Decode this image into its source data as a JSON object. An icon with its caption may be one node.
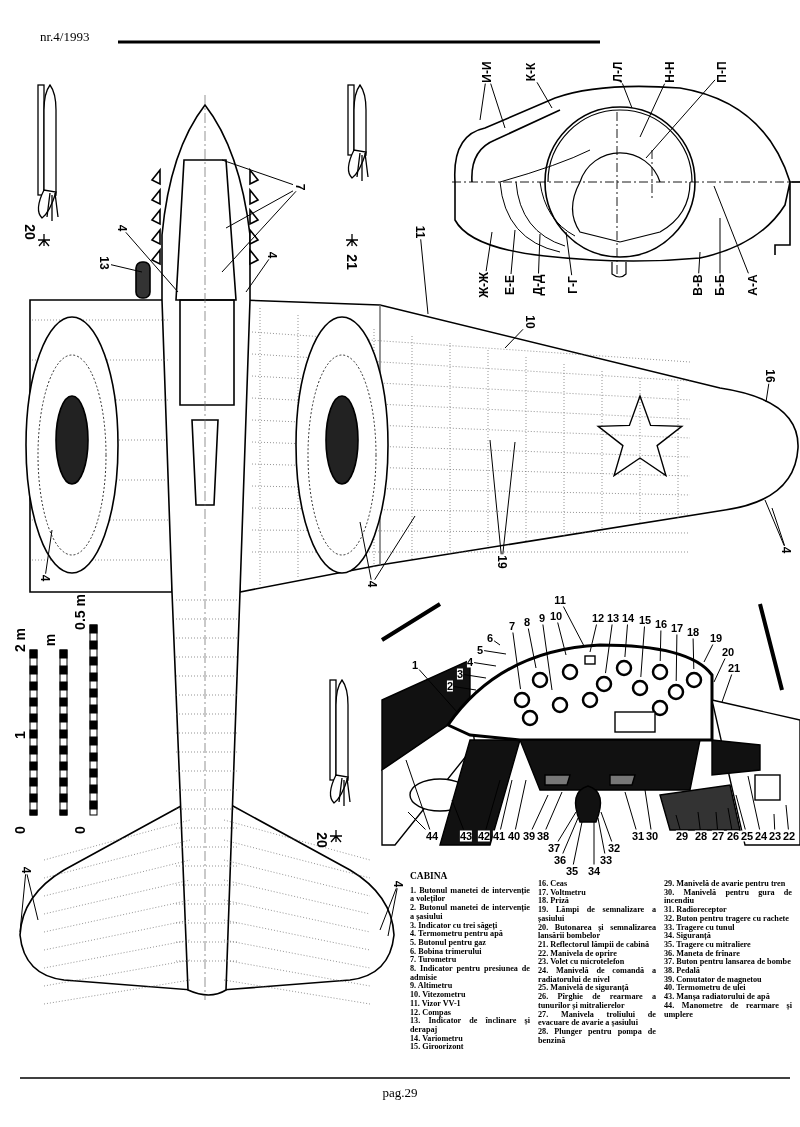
{
  "diagram": {
    "nodes": [
      {
        "text": [
          "7"
        ]
      },
      {
        "text": [
          "4"
        ]
      },
      {
        "text": [
          "4"
        ]
      },
      {
        "text": [
          "13"
        ]
      },
      {
        "text": [
          "11"
        ]
      },
      {
        "text": [
          "10"
        ]
      },
      {
        "text": [
          "16"
        ]
      },
      {
        "text": [
          "4"
        ]
      },
      {
        "text": [
          "19"
        ]
      },
      {
        "text": [
          "4"
        ]
      },
      {
        "text": [
          "4"
        ]
      },
      {
        "text": [
          "4"
        ]
      },
      {
        "text": [
          "4"
        ]
      },
      {
        "text": [
          "И-И"
        ]
      },
      {
        "text": [
          "К-К"
        ]
      },
      {
        "text": [
          "Л-Л"
        ]
      },
      {
        "text": [
          "Н-Н"
        ]
      },
      {
        "text": [
          "П-П"
        ]
      },
      {
        "text": [
          "Ж-Ж"
        ]
      },
      {
        "text": [
          "Е-Е"
        ]
      },
      {
        "text": [
          "Д-Д"
        ]
      },
      {
        "text": [
          "Г-Г"
        ]
      },
      {
        "text": [
          "В-В"
        ]
      },
      {
        "text": [
          "Б-Б"
        ]
      },
      {
        "text": [
          "А-А"
        ]
      },
      {
        "text": [
          "1"
        ]
      },
      {
        "text": [
          "2"
        ]
      },
      {
        "text": [
          "3"
        ]
      },
      {
        "text": [
          "4"
        ]
      },
      {
        "text": [
          "5"
        ]
      },
      {
        "text": [
          "6"
        ]
      },
      {
        "text": [
          "7"
        ]
      },
      {
        "text": [
          "8"
        ]
      },
      {
        "text": [
          "9"
        ]
      },
      {
        "text": [
          "10"
        ]
      },
      {
        "text": [
          "11"
        ]
      },
      {
        "text": [
          "12"
        ]
      },
      {
        "text": [
          "13"
        ]
      },
      {
        "text": [
          "14"
        ]
      },
      {
        "text": [
          "15"
        ]
      },
      {
        "text": [
          "16"
        ]
      },
      {
        "text": [
          "17"
        ]
      },
      {
        "text": [
          "18"
        ]
      },
      {
        "text": [
          "19"
        ]
      },
      {
        "text": [
          "20"
        ]
      },
      {
        "text": [
          "21"
        ]
      },
      {
        "text": [
          "22"
        ]
      },
      {
        "text": [
          "23"
        ]
      },
      {
        "text": [
          "24"
        ]
      },
      {
        "text": [
          "25"
        ]
      },
      {
        "text": [
          "26"
        ]
      },
      {
        "text": [
          "27"
        ]
      },
      {
        "text": [
          "28"
        ]
      },
      {
        "text": [
          "29"
        ]
      },
      {
        "text": [
          "30"
        ]
      },
      {
        "text": [
          "31"
        ]
      },
      {
        "text": [
          "32"
        ]
      },
      {
        "text": [
          "33"
        ]
      },
      {
        "text": [
          "34"
        ]
      },
      {
        "text": [
          "35"
        ]
      },
      {
        "text": [
          "36"
        ]
      },
      {
        "text": [
          "37"
        ]
      },
      {
        "text": [
          "38"
        ]
      },
      {
        "text": [
          "39"
        ]
      },
      {
        "text": [
          "40"
        ]
      },
      {
        "text": [
          "41"
        ]
      },
      {
        "text": [
          "42"
        ]
      },
      {
        "text": [
          "43"
        ]
      },
      {
        "text": [
          "44"
        ]
      }
    ],
    "edges": [
      {
        "from": 0,
        "to": null,
        "arrow": "none"
      },
      {
        "from": 0,
        "to": null,
        "arrow": "none"
      },
      {
        "from": 0,
        "to": null,
        "arrow": "none"
      },
      {
        "from": 1,
        "to": null,
        "arrow": "none"
      },
      {
        "from": 2,
        "to": null,
        "arrow": "none"
      },
      {
        "from": 3,
        "to": null,
        "arrow": "none"
      },
      {
        "from": 4,
        "to": null,
        "arrow": "none"
      },
      {
        "from": 5,
        "to": null,
        "arrow": "none"
      },
      {
        "from": 6,
        "to": null,
        "arrow": "none"
      },
      {
        "from": 7,
        "to": null,
        "arrow": "none"
      },
      {
        "from": 7,
        "to": null,
        "arrow": "none"
      },
      {
        "from": 8,
        "to": null,
        "arrow": "none"
      },
      {
        "from": 8,
        "to": null,
        "arrow": "none"
      },
      {
        "from": 9,
        "to": null,
        "arrow": "none"
      },
      {
        "from": 9,
        "to": null,
        "arrow": "none"
      },
      {
        "from": 10,
        "to": null,
        "arrow": "none"
      },
      {
        "from": 11,
        "to": null,
        "arrow": "none"
      },
      {
        "from": 11,
        "to": null,
        "arrow": "none"
      },
      {
        "from": 12,
        "to": null,
        "arrow": "none"
      },
      {
        "from": 12,
        "to": null,
        "arrow": "none"
      },
      {
        "from": 13,
        "to": null,
        "arrow": "none"
      },
      {
        "from": 13,
        "to": null,
        "arrow": "none"
      },
      {
        "from": 14,
        "to": null,
        "arrow": "none"
      },
      {
        "from": 15,
        "to": null,
        "arrow": "none"
      },
      {
        "from": 16,
        "to": null,
        "arrow": "none"
      },
      {
        "from": 17,
        "to": null,
        "arrow": "none"
      },
      {
        "from": 18,
        "to": null,
        "arrow": "none"
      },
      {
        "from": 19,
        "to": null,
        "arrow": "none"
      },
      {
        "from": 20,
        "to": null,
        "arrow": "none"
      },
      {
        "from": 21,
        "to": null,
        "arrow": "none"
      },
      {
        "from": 22,
        "to": null,
        "arrow": "none"
      },
      {
        "from": 23,
        "to": null,
        "arrow": "none"
      },
      {
        "from": 24,
        "to": null,
        "arrow": "none"
      },
      {
        "from": 25,
        "to": null,
        "arrow": "none"
      },
      {
        "from": 26,
        "to": null,
        "arrow": "none"
      },
      {
        "from": 27,
        "to": null,
        "arrow": "none"
      },
      {
        "from": 28,
        "to": null,
        "arrow": "none"
      },
      {
        "from": 29,
        "to": null,
        "arrow": "none"
      },
      {
        "from": 30,
        "to": null,
        "arrow": "none"
      },
      {
        "from": 31,
        "to": null,
        "arrow": "none"
      },
      {
        "from": 32,
        "to": null,
        "arrow": "none"
      },
      {
        "from": 33,
        "to": null,
        "arrow": "none"
      },
      {
        "from": 34,
        "to": null,
        "arrow": "none"
      },
      {
        "from": 35,
        "to": null,
        "arrow": "none"
      },
      {
        "from": 36,
        "to": null,
        "arrow": "none"
      },
      {
        "from": 37,
        "to": null,
        "arrow": "none"
      },
      {
        "from": 38,
        "to": null,
        "arrow": "none"
      },
      {
        "from": 39,
        "to": null,
        "arrow": "none"
      },
      {
        "from": 40,
        "to": null,
        "arrow": "none"
      },
      {
        "from": 41,
        "to": null,
        "arrow": "none"
      },
      {
        "from": 42,
        "to": null,
        "arrow": "none"
      },
      {
        "from": 43,
        "to": null,
        "arrow": "none"
      },
      {
        "from": 44,
        "to": null,
        "arrow": "none"
      },
      {
        "from": 45,
        "to": null,
        "arrow": "none"
      },
      {
        "from": 46,
        "to": null,
        "arrow": "none"
      },
      {
        "from": 47,
        "to": null,
        "arrow": "none"
      },
      {
        "from": 48,
        "to": null,
        "arrow": "none"
      },
      {
        "from": 49,
        "to": null,
        "arrow": "none"
      },
      {
        "from": 50,
        "to": null,
        "arrow": "none"
      },
      {
        "from": 51,
        "to": null,
        "arrow": "none"
      },
      {
        "from": 52,
        "to": null,
        "arrow": "none"
      },
      {
        "from": 53,
        "to": null,
        "arrow": "none"
      },
      {
        "from": 54,
        "to": null,
        "arrow": "none"
      },
      {
        "from": 55,
        "to": null,
        "arrow": "none"
      },
      {
        "from": 56,
        "to": null,
        "arrow": "none"
      },
      {
        "from": 57,
        "to": null,
        "arrow": "none"
      },
      {
        "from": 58,
        "to": null,
        "arrow": "none"
      },
      {
        "from": 59,
        "to": null,
        "arrow": "none"
      },
      {
        "from": 60,
        "to": null,
        "arrow": "none"
      },
      {
        "from": 61,
        "to": null,
        "arrow": "none"
      },
      {
        "from": 62,
        "to": null,
        "arrow": "none"
      },
      {
        "from": 63,
        "to": null,
        "arrow": "none"
      },
      {
        "from": 64,
        "to": null,
        "arrow": "none"
      },
      {
        "from": 65,
        "to": null,
        "arrow": "none"
      },
      {
        "from": 66,
        "to": null,
        "arrow": "none"
      },
      {
        "from": 67,
        "to": null,
        "arrow": "none"
      },
      {
        "from": 68,
        "to": null,
        "arrow": "none"
      },
      {
        "from": 68,
        "to": null,
        "arrow": "none"
      }
    ],
    "labels": [
      "nr.4/1993",
      "20",
      "21",
      "20",
      "2 m",
      "m",
      "0.5 m",
      "1",
      "0",
      "0",
      "CABINA",
      "1. Butonul manetei de intervenție a voleților",
      "2. Butonul manetei de intervenție a șasiului",
      "3. Indicator cu trei săgeți",
      "4. Termometru pentru apă",
      "5. Butonul pentru gaz",
      "6. Bobina trimerului",
      "7. Turometru",
      "8. Indicator pentru presiunea de admisie",
      "9. Altimetru",
      "10. Vitezometru",
      "11. Vizor VV-1",
      "12. Compas",
      "13. Indicator de înclinare și derapaj",
      "14. Variometru",
      "15. Giroorizont",
      "16. Ceas",
      "17. Voltmetru",
      "18. Priză",
      "19. Lămpi de semnalizare a șasiului",
      "20. Butonarea și semnalizarea lansării bombelor",
      "21. Reflectorul lămpii de cabină",
      "22. Manivela de oprire",
      "23. Volet cu microtelefon",
      "24. Manivelă de comandă a radiatorului de nivel",
      "25. Manivelă de siguranță",
      "26. Pîrghie de rearmare a tunurilor și mitralierelor",
      "27. Manivela troliului de evacuare de avarie a șasiului",
      "28. Plunger pentru pompa de benzină",
      "29. Manivelă de avarie pentru tren",
      "30. Manivelă pentru gura de incendiu",
      "31. Radioreceptor",
      "32. Buton pentru tragere cu rachete",
      "33. Tragere cu tunul",
      "34. Siguranță",
      "35. Tragere cu mitraliere",
      "36. Maneta de frînare",
      "37. Buton pentru lansarea de bombe",
      "38. Pedală",
      "39. Comutator de magnetou",
      "40. Termometru de ulei",
      "43. Manșa radiatorului de apă",
      "44. Manometre de rearmare și umplere",
      "pag.29"
    ]
  }
}
